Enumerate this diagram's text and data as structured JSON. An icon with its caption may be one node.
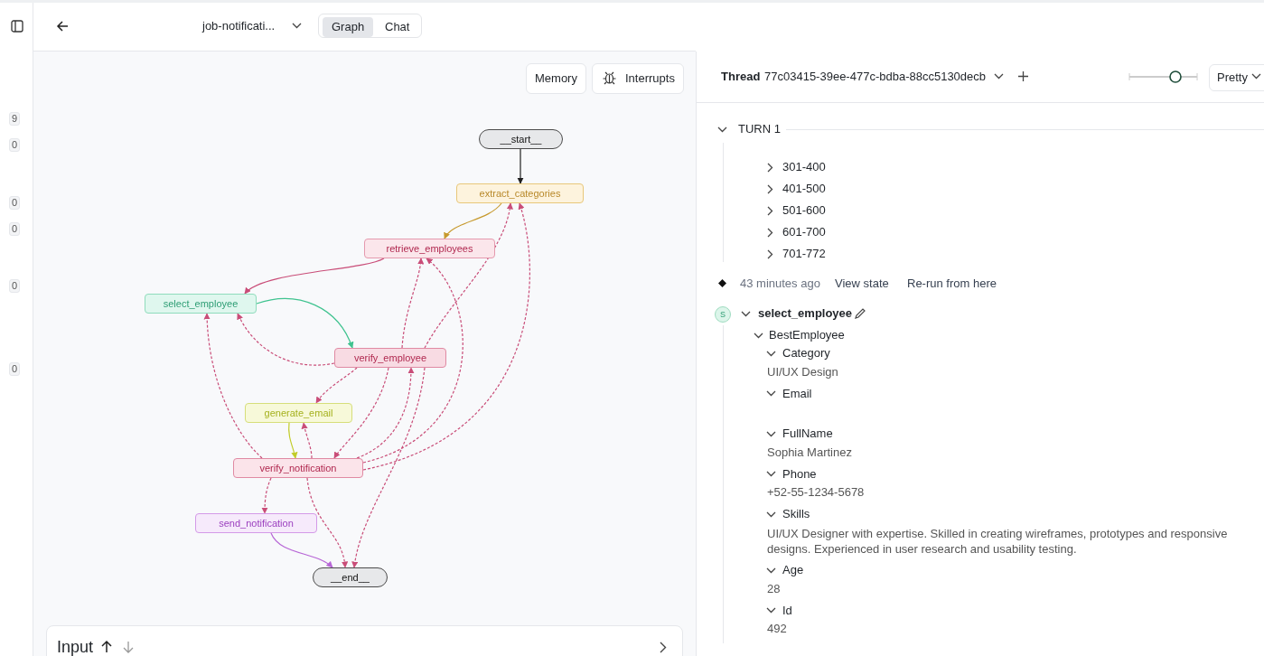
{
  "diagram": {
    "nodes": [
      {
        "text": [
          "__start__"
        ]
      },
      {
        "text": [
          "extract_categories"
        ]
      },
      {
        "text": [
          "retrieve_employees"
        ]
      },
      {
        "text": [
          "select_employee"
        ]
      },
      {
        "text": [
          "verify_employee"
        ]
      },
      {
        "text": [
          "generate_email"
        ]
      },
      {
        "text": [
          "verify_notification"
        ]
      },
      {
        "text": [
          "send_notification"
        ]
      },
      {
        "text": [
          "__end__"
        ]
      }
    ],
    "edges": [
      {
        "from": 0,
        "to": 1,
        "arrow": "to",
        "color": "#1f1f1f"
      },
      {
        "from": 1,
        "to": 2,
        "arrow": "to",
        "color": "#c79a2e"
      },
      {
        "from": 2,
        "to": 3,
        "arrow": "to"
      },
      {
        "from": 3,
        "to": 4,
        "arrow": "to",
        "color": "#3fc38f"
      },
      {
        "from": 4,
        "to": 3,
        "arrow": "to",
        "style": "dashed"
      },
      {
        "from": 4,
        "to": 2,
        "arrow": "to",
        "style": "dashed"
      },
      {
        "from": 6,
        "to": 2,
        "arrow": "to",
        "style": "dashed"
      },
      {
        "from": 4,
        "to": 1,
        "arrow": "to",
        "style": "dashed"
      },
      {
        "from": 6,
        "to": 1,
        "arrow": "to",
        "style": "dashed"
      },
      {
        "from": 4,
        "to": 5,
        "arrow": "to",
        "style": "dashed"
      },
      {
        "from": 5,
        "to": 6,
        "arrow": "to",
        "color": "#c2cc2a"
      },
      {
        "from": 6,
        "to": 5,
        "arrow": "to",
        "style": "dashed"
      },
      {
        "from": 4,
        "to": 6,
        "arrow": "to",
        "style": "dashed"
      },
      {
        "from": 6,
        "to": 4,
        "arrow": "to",
        "style": "dashed"
      },
      {
        "from": 6,
        "to": 3,
        "arrow": "to",
        "style": "dashed"
      },
      {
        "from": 6,
        "to": 7,
        "arrow": "to",
        "style": "dashed"
      },
      {
        "from": 7,
        "to": 8,
        "arrow": "to",
        "color": "#b766d6"
      },
      {
        "from": 6,
        "to": 8,
        "arrow": "to",
        "style": "dashed"
      },
      {
        "from": 4,
        "to": 8,
        "arrow": "to",
        "style": "dashed"
      }
    ],
    "labels": [
      "job-notificati...",
      "Graph",
      "Chat",
      "Memory",
      "Interrupts",
      "9",
      "0",
      "0",
      "0",
      "0",
      "0",
      "Thread",
      "77c03415-39ee-477c-bdba-88cc5130decb",
      "Pretty",
      "TURN 1",
      "301-400",
      "401-500",
      "501-600",
      "601-700",
      "701-772",
      "43 minutes ago",
      "View state",
      "Re-run from here",
      "S",
      "select_employee",
      "BestEmployee",
      "Category",
      "UI/UX Design",
      "Email",
      "FullName",
      "Sophia Martinez",
      "Phone",
      "+52-55-1234-5678",
      "Skills",
      "UI/UX Designer with expertise. Skilled in creating wireframes, prototypes and responsive designs. Experienced in user research and usability testing.",
      "Age",
      "28",
      "Id",
      "492",
      "Input"
    ]
  }
}
